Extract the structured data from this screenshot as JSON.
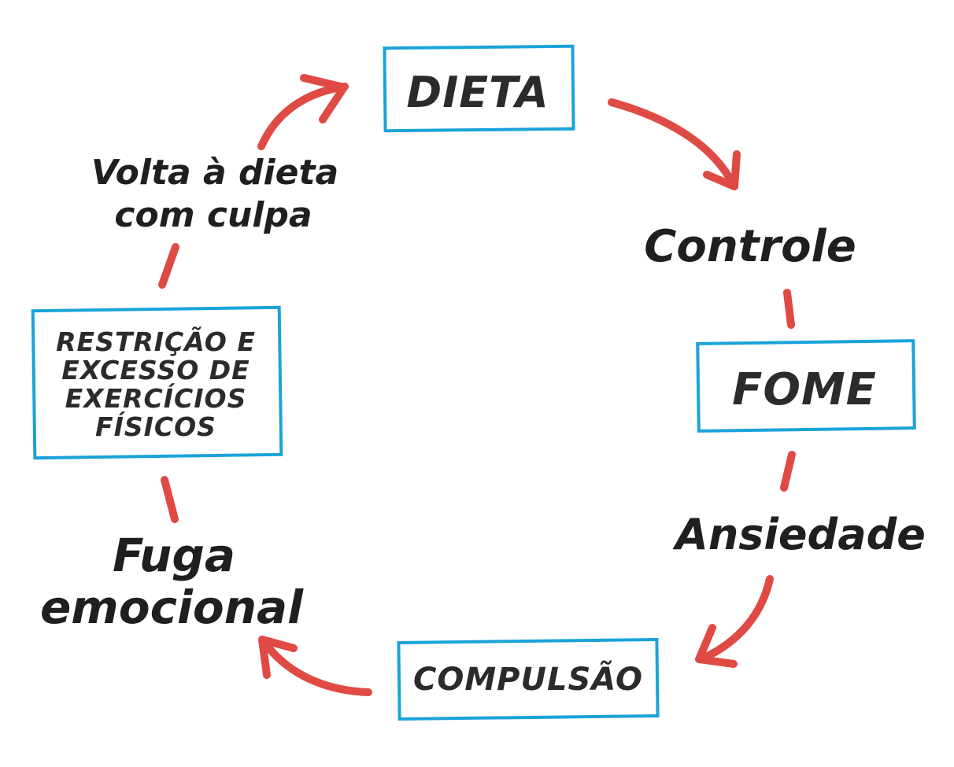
{
  "nodes": {
    "dieta": "DIETA",
    "fome": "FOME",
    "compulsao": "COMPULSÃO",
    "restricao": [
      "RESTRIÇÃO E",
      "EXCESSO DE",
      "EXERCÍCIOS",
      "FÍSICOS"
    ]
  },
  "labels": {
    "controle": "Controle",
    "ansiedade": "Ansiedade",
    "fuga": [
      "Fuga",
      "emocional"
    ],
    "volta": [
      "Volta à dieta",
      "com culpa"
    ]
  },
  "colors": {
    "box_border": "#1aa3d9",
    "arrow": "#e04a45",
    "text": "#1f1f1f"
  }
}
